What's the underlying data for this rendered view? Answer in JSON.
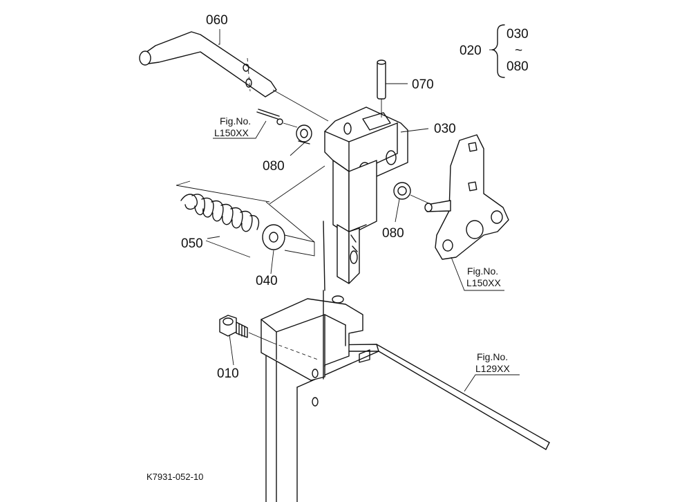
{
  "callouts": {
    "p010": "010",
    "p020": "020",
    "p030": "030",
    "p030_group": "030",
    "p040": "040",
    "p050": "050",
    "p060": "060",
    "p070": "070",
    "p080_left": "080",
    "p080_right": "080",
    "p080_group": "080",
    "range_mark": "~"
  },
  "figure_refs": {
    "pin_ref": {
      "line1": "Fig.No.",
      "line2": "L150XX"
    },
    "plate_ref": {
      "line1": "Fig.No.",
      "line2": "L150XX"
    },
    "frame_ref": {
      "line1": "Fig.No.",
      "line2": "L129XX"
    }
  },
  "drawing_code": "K7931-052-10"
}
